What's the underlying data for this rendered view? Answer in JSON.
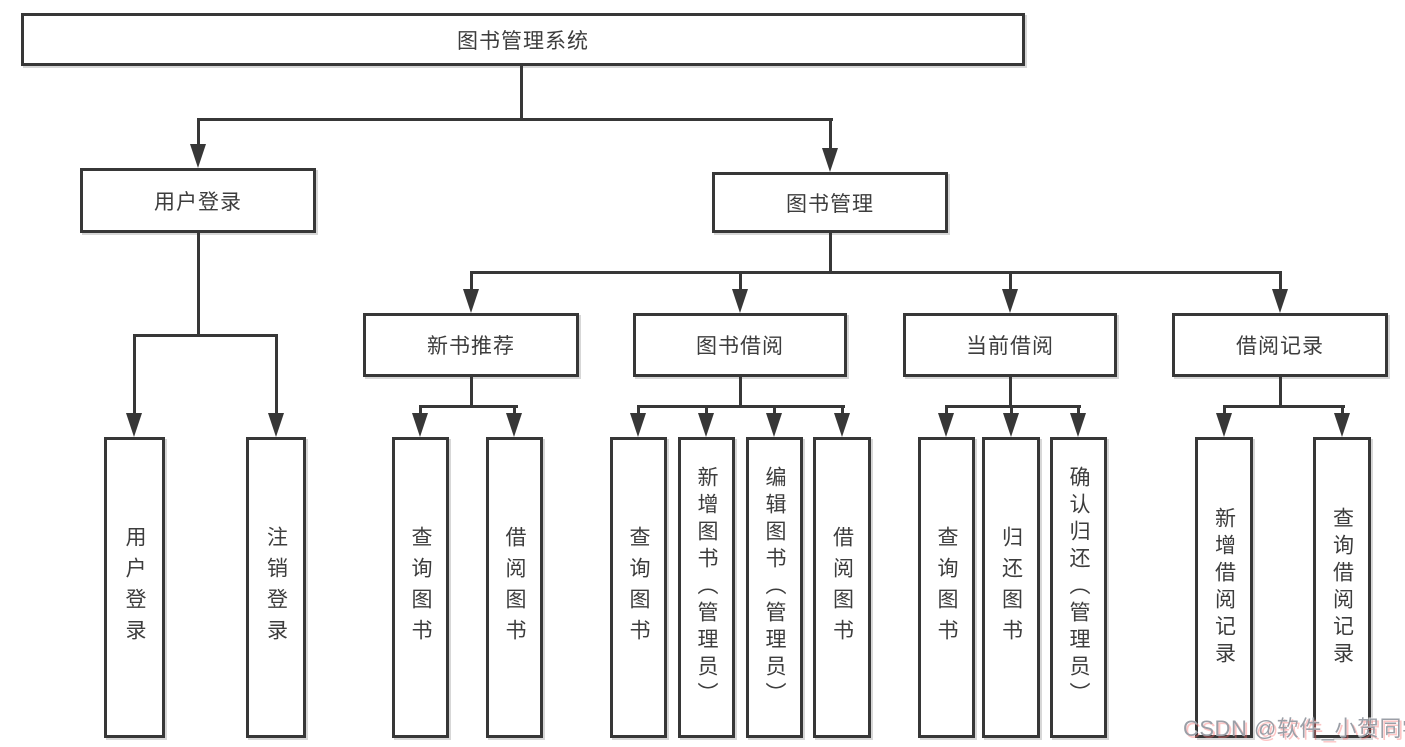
{
  "diagram": {
    "type": "hierarchy-tree",
    "colors": {
      "background": "#ffffff",
      "line": "#373737",
      "box_border": "#373737",
      "box_fill": "#ffffff",
      "text": "#3d3d3d",
      "watermark_text": "#9b9fa7",
      "watermark_shadow": "#fa6e6e"
    }
  },
  "tree": {
    "root": {
      "label": "图书管理系统",
      "children": [
        {
          "label": "用户登录",
          "children": [
            {
              "label": "用户登录"
            },
            {
              "label": "注销登录"
            }
          ]
        },
        {
          "label": "图书管理",
          "children": [
            {
              "label": "新书推荐",
              "children": [
                {
                  "label": "查询图书"
                },
                {
                  "label": "借阅图书"
                }
              ]
            },
            {
              "label": "图书借阅",
              "children": [
                {
                  "label": "查询图书"
                },
                {
                  "label": "新增图书（管理员）"
                },
                {
                  "label": "编辑图书（管理员）"
                },
                {
                  "label": "借阅图书"
                }
              ]
            },
            {
              "label": "当前借阅",
              "children": [
                {
                  "label": "查询图书"
                },
                {
                  "label": "归还图书"
                },
                {
                  "label": "确认归还（管理员）"
                }
              ]
            },
            {
              "label": "借阅记录",
              "children": [
                {
                  "label": "新增借阅记录"
                },
                {
                  "label": "查询借阅记录"
                }
              ]
            }
          ]
        }
      ]
    }
  },
  "watermark": {
    "text": "CSDN @软件_小贺同学"
  }
}
